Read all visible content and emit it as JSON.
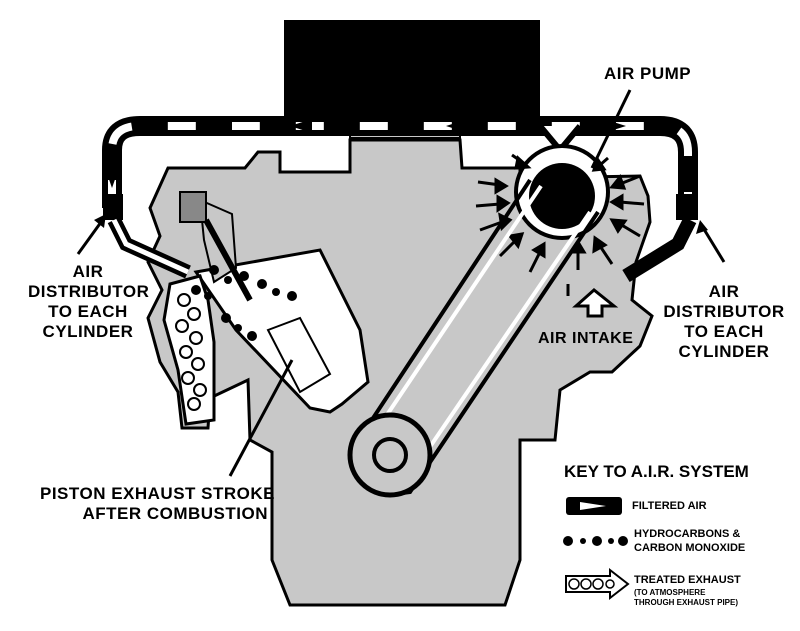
{
  "labels": {
    "air_pump": "AIR PUMP",
    "left_distributor": [
      "AIR",
      "DISTRIBUTOR",
      "TO EACH",
      "CYLINDER"
    ],
    "right_distributor": [
      "AIR",
      "DISTRIBUTOR",
      "TO EACH",
      "CYLINDER"
    ],
    "air_intake": "AIR INTAKE",
    "piston": [
      "PISTON EXHAUST STROKE",
      "AFTER COMBUSTION"
    ]
  },
  "key": {
    "title": "KEY TO A.I.R. SYSTEM",
    "filtered_air": "FILTERED AIR",
    "hydrocarbons": [
      "HYDROCARBONS &",
      "CARBON MONOXIDE"
    ],
    "treated_exhaust": "TREATED EXHAUST",
    "treated_exhaust_note": [
      "(TO ATMOSPHERE",
      "THROUGH EXHAUST PIPE)"
    ]
  },
  "colors": {
    "engine_fill": "#c8c8c8",
    "ink": "#000000",
    "paper": "#ffffff"
  }
}
